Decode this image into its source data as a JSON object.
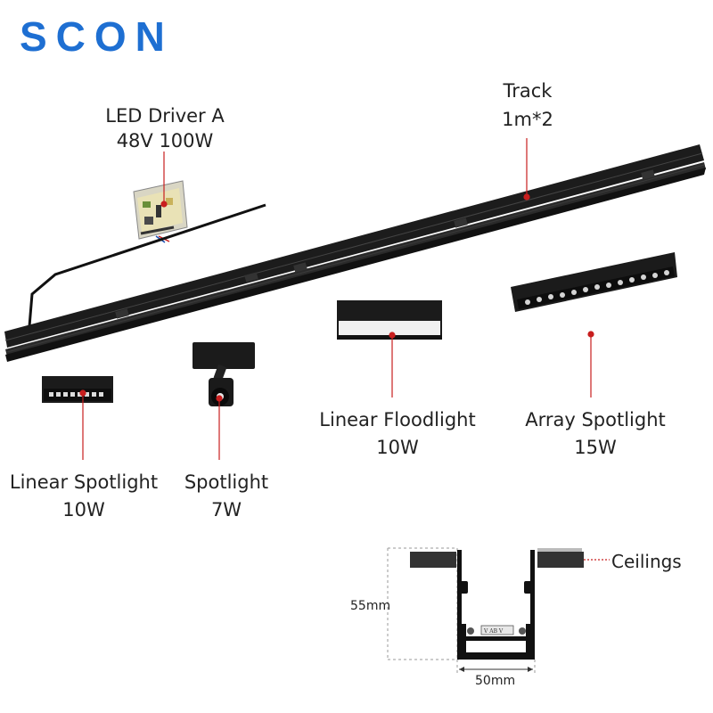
{
  "brand": {
    "logo_text": "SCON",
    "color": "#1e6fd2"
  },
  "accent_color": "#c81e1e",
  "components": [
    {
      "id": "driver",
      "name": "LED Driver A",
      "spec": "48V 100W"
    },
    {
      "id": "track",
      "name": "Track",
      "spec": "1m*2"
    },
    {
      "id": "linear-spotlight",
      "name": "Linear Spotlight",
      "spec": "10W"
    },
    {
      "id": "spotlight",
      "name": "Spotlight",
      "spec": "7W"
    },
    {
      "id": "linear-floodlight",
      "name": "Linear Floodlight",
      "spec": "10W"
    },
    {
      "id": "array-spotlight",
      "name": "Array Spotlight",
      "spec": "15W"
    }
  ],
  "cross_section": {
    "ceiling_label": "Ceilings",
    "height_label": "55mm",
    "width_label": "50mm",
    "strip_marking": "V AB V"
  }
}
